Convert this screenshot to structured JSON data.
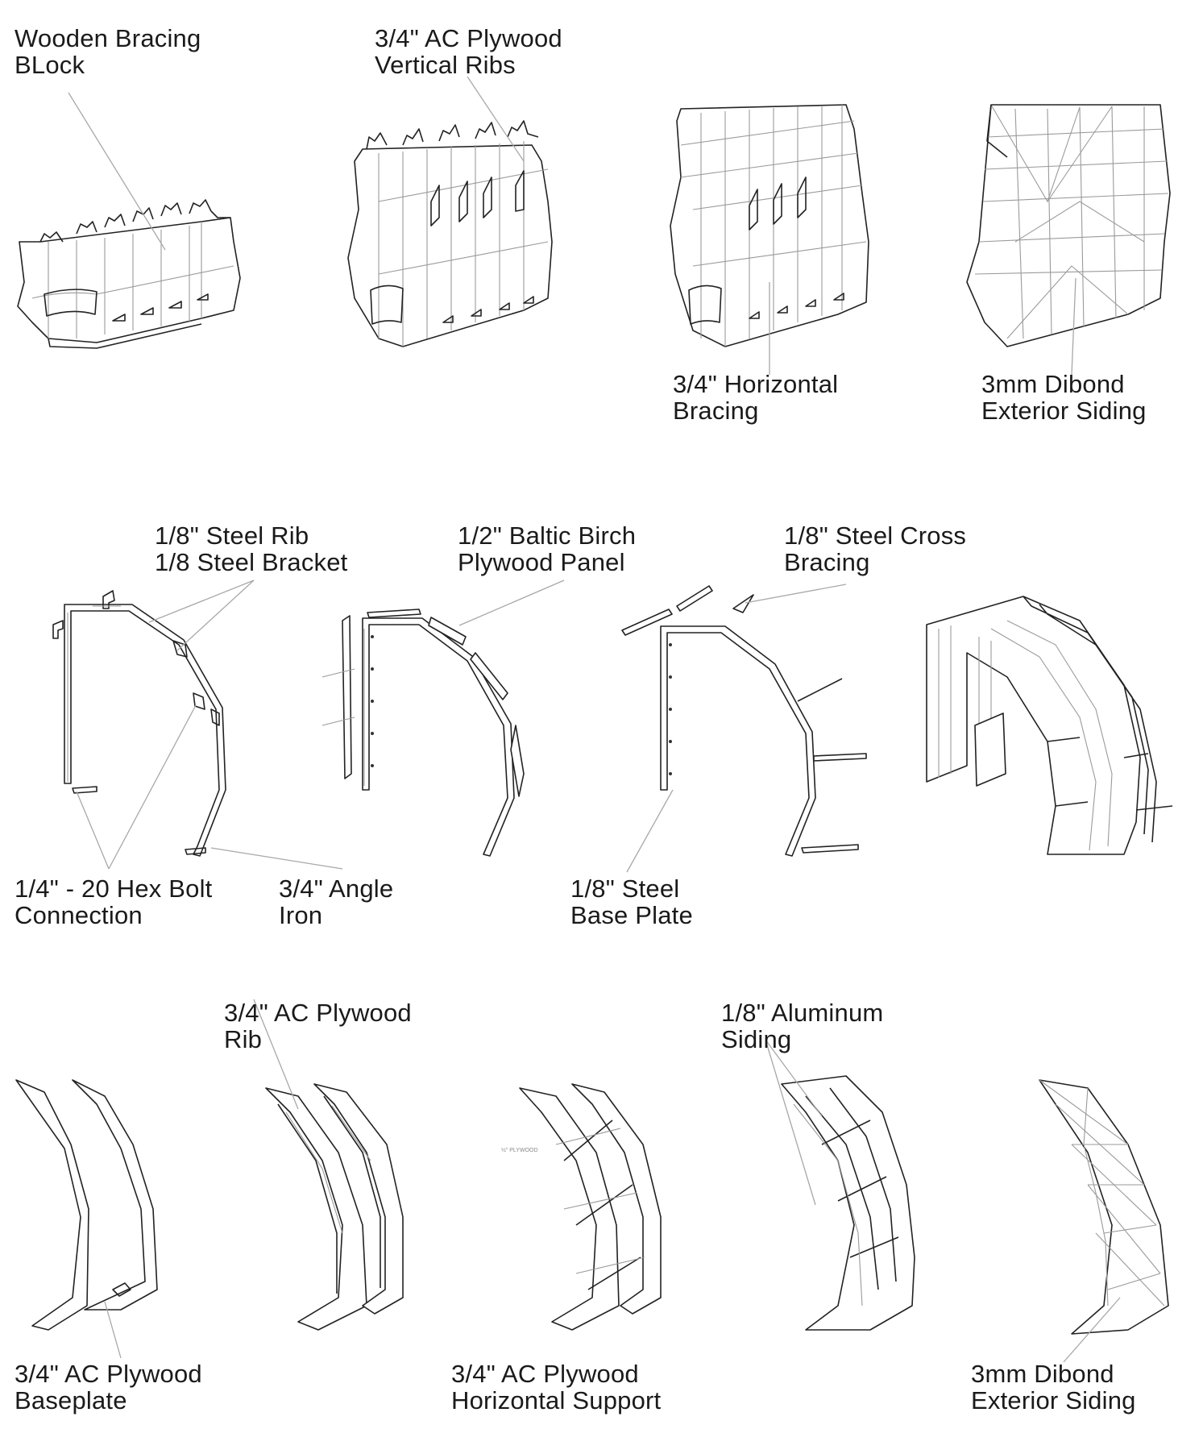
{
  "row1": {
    "bracing_block": [
      "Wooden Bracing",
      "BLock"
    ],
    "vertical_ribs": [
      "3/4\" AC Plywood",
      "Vertical Ribs"
    ],
    "horizontal_bracing": [
      "3/4\" Horizontal",
      "Bracing"
    ],
    "dibond": [
      "3mm Dibond",
      "Exterior Siding"
    ]
  },
  "row2": {
    "steel_rib": [
      "1/8\" Steel Rib",
      "1/8 Steel Bracket"
    ],
    "birch_panel": [
      "1/2\" Baltic Birch",
      "Plywood Panel"
    ],
    "cross_bracing": [
      "1/8\" Steel Cross",
      "Bracing"
    ],
    "hex_bolt": [
      "1/4\" - 20 Hex Bolt",
      "Connection"
    ],
    "angle_iron": [
      "3/4\" Angle",
      "Iron"
    ],
    "base_plate": [
      "1/8\" Steel",
      "Base Plate"
    ]
  },
  "row3": {
    "plywood_rib": [
      "3/4\" AC Plywood",
      "Rib"
    ],
    "aluminum_siding": [
      "1/8\" Aluminum",
      "Siding"
    ],
    "baseplate": [
      "3/4\" AC Plywood",
      "Baseplate"
    ],
    "horizontal_support": [
      "3/4\" AC Plywood",
      "Horizontal Support"
    ],
    "dibond": [
      "3mm Dibond",
      "Exterior Siding"
    ]
  }
}
